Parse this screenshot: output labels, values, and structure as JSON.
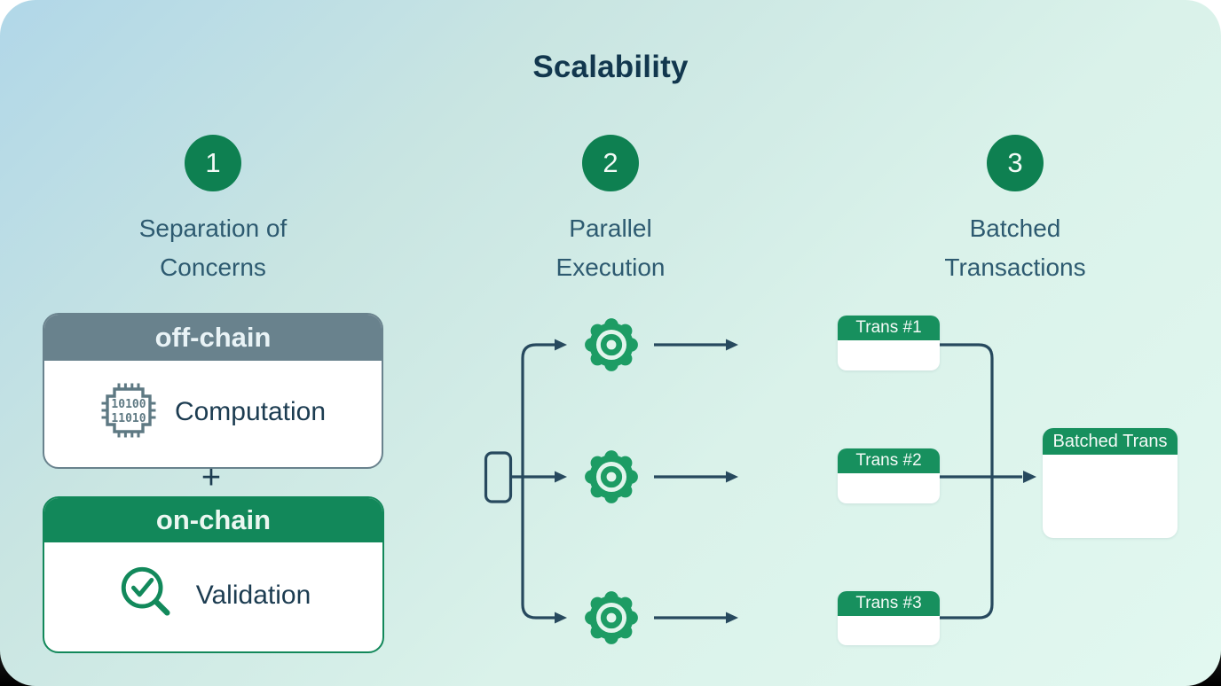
{
  "title": "Scalability",
  "steps": [
    {
      "number": "1",
      "label_line1": "Separation of",
      "label_line2": "Concerns"
    },
    {
      "number": "2",
      "label_line1": "Parallel",
      "label_line2": "Execution"
    },
    {
      "number": "3",
      "label_line1": "Batched",
      "label_line2": "Transactions"
    }
  ],
  "separation": {
    "off_chain": {
      "header": "off-chain",
      "item": "Computation",
      "icon": "cpu-chip-icon",
      "chip_binary_line1": "10100",
      "chip_binary_line2": "11010"
    },
    "plus_sign": "+",
    "on_chain": {
      "header": "on-chain",
      "item": "Validation",
      "icon": "magnifier-check-icon"
    }
  },
  "parallel": {
    "gear_icon": "gear-icon",
    "gear_count": "3"
  },
  "batched": {
    "transactions": [
      {
        "label": "Trans #1"
      },
      {
        "label": "Trans #2"
      },
      {
        "label": "Trans #3"
      }
    ],
    "result_label": "Batched Trans"
  },
  "colors": {
    "background_top_left": "#B1D7E8",
    "background_bottom_right": "#E2F8F0",
    "green_header": "#12885A",
    "green_trans_header": "#17905E",
    "green_gear": "#1D9C64",
    "green_circle": "#0E8051",
    "grey_header": "#69828D",
    "chip_grey": "#5E7983",
    "line_navy": "#27495E",
    "title_navy": "#12374E",
    "label_teal": "#2D5A70",
    "item_text": "#1C3C51"
  }
}
